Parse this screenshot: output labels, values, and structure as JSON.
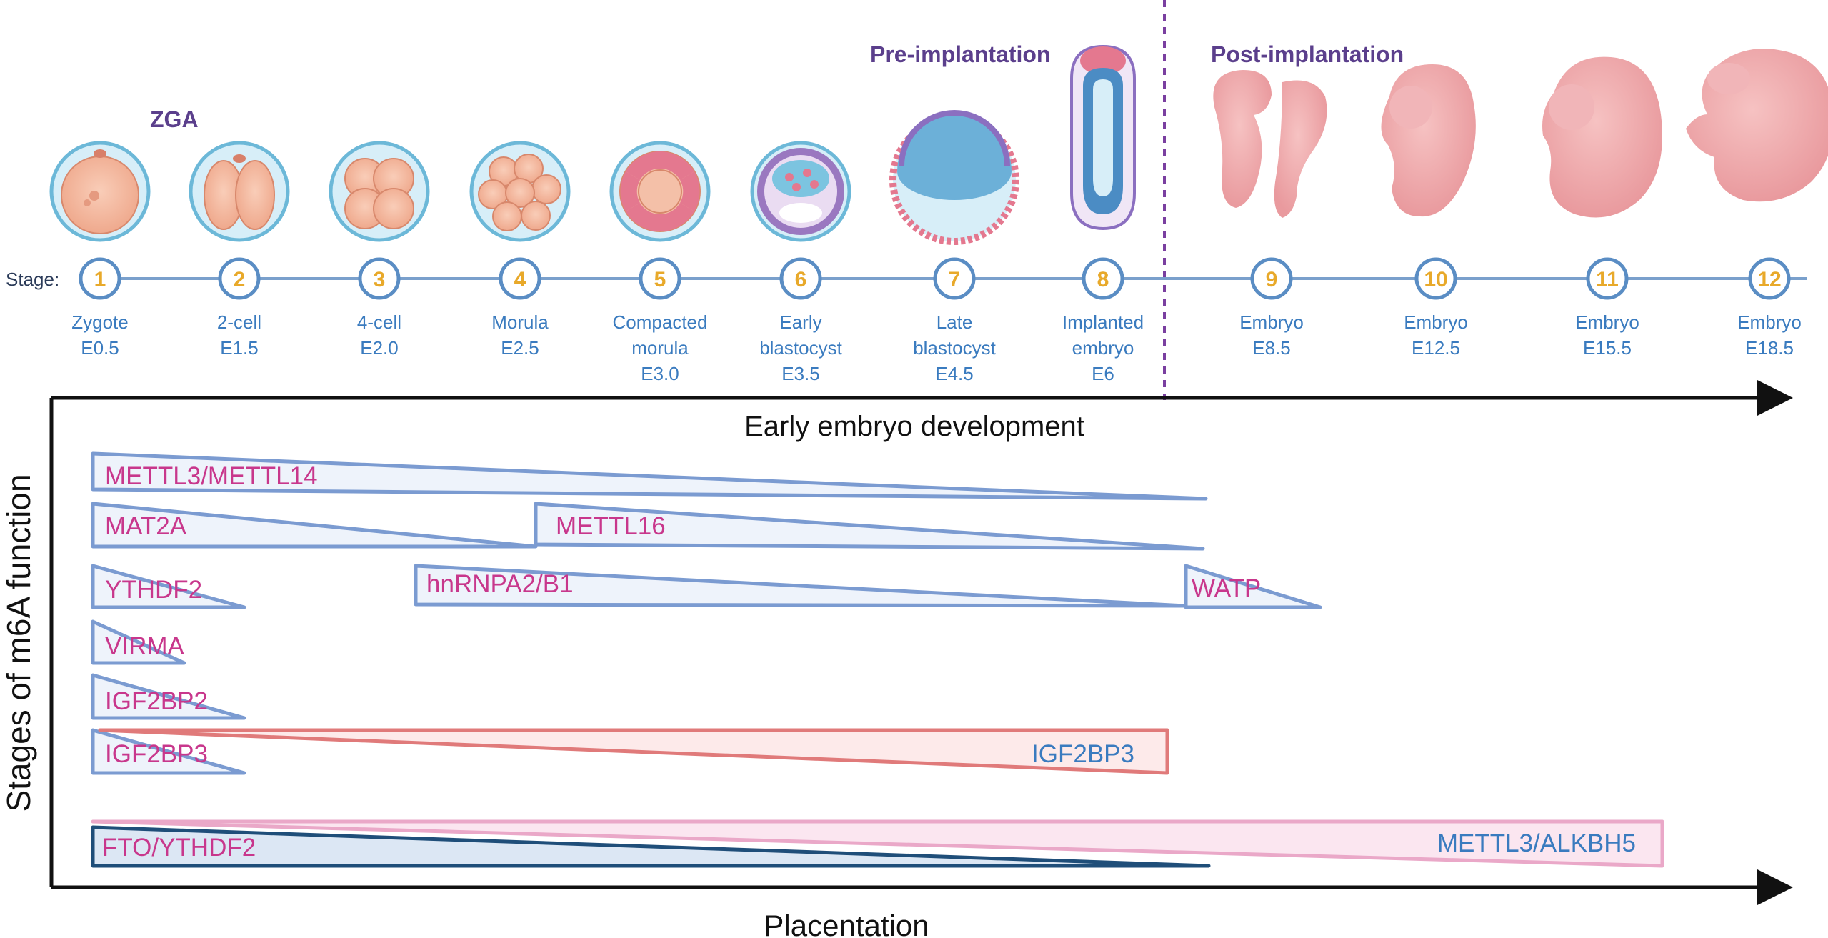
{
  "header": {
    "zga_label": "ZGA",
    "pre_implantation_label": "Pre-implantation",
    "post_implantation_label": "Post-implantation",
    "stage_prefix": "Stage:"
  },
  "stages": [
    {
      "num": "1",
      "name_lines": [
        "Zygote"
      ],
      "day": "E0.5"
    },
    {
      "num": "2",
      "name_lines": [
        "2-cell"
      ],
      "day": "E1.5"
    },
    {
      "num": "3",
      "name_lines": [
        "4-cell"
      ],
      "day": "E2.0"
    },
    {
      "num": "4",
      "name_lines": [
        "Morula"
      ],
      "day": "E2.5"
    },
    {
      "num": "5",
      "name_lines": [
        "Compacted",
        "morula"
      ],
      "day": "E3.0"
    },
    {
      "num": "6",
      "name_lines": [
        "Early",
        "blastocyst"
      ],
      "day": "E3.5"
    },
    {
      "num": "7",
      "name_lines": [
        "Late",
        "blastocyst"
      ],
      "day": "E4.5"
    },
    {
      "num": "8",
      "name_lines": [
        "Implanted",
        "embryo"
      ],
      "day": "E6"
    },
    {
      "num": "9",
      "name_lines": [
        "Embryo"
      ],
      "day": "E8.5"
    },
    {
      "num": "10",
      "name_lines": [
        "Embryo"
      ],
      "day": "E12.5"
    },
    {
      "num": "11",
      "name_lines": [
        "Embryo"
      ],
      "day": "E15.5"
    },
    {
      "num": "12",
      "name_lines": [
        "Embryo"
      ],
      "day": "E18.5"
    }
  ],
  "axes": {
    "x_label": "Early embryo development",
    "y_label": "Stages of m6A function",
    "bottom_label": "Placentation"
  },
  "genes": [
    {
      "label": "METTL3/METTL14",
      "color": "#7b9bd1"
    },
    {
      "label": "MAT2A",
      "color": "#7b9bd1"
    },
    {
      "label": "METTL16",
      "color": "#7b9bd1"
    },
    {
      "label": "YTHDF2",
      "color": "#7b9bd1"
    },
    {
      "label": "hnRNPA2/B1",
      "color": "#7b9bd1"
    },
    {
      "label": "WATP",
      "color": "#7b9bd1"
    },
    {
      "label": "VIRMA",
      "color": "#7b9bd1"
    },
    {
      "label": "IGF2BP2",
      "color": "#7b9bd1"
    },
    {
      "label": "IGF2BP3",
      "color": "#7b9bd1"
    },
    {
      "label": "IGF2BP3",
      "color": "#e07a7a"
    },
    {
      "label": "METTL3/ALKBH5",
      "color": "#eaa8c8"
    },
    {
      "label": "FTO/YTHDF2",
      "color": "#1f4e79"
    }
  ],
  "colors": {
    "gene_text": "#c8378c",
    "gene_text_alt": "#3a7bbf",
    "stage_text": "#3a7bbf",
    "stage_number": "#e8a92a",
    "timeline": "#7aa0cc",
    "phase_text": "#5b3f8c",
    "divider": "#7a3fa0"
  }
}
